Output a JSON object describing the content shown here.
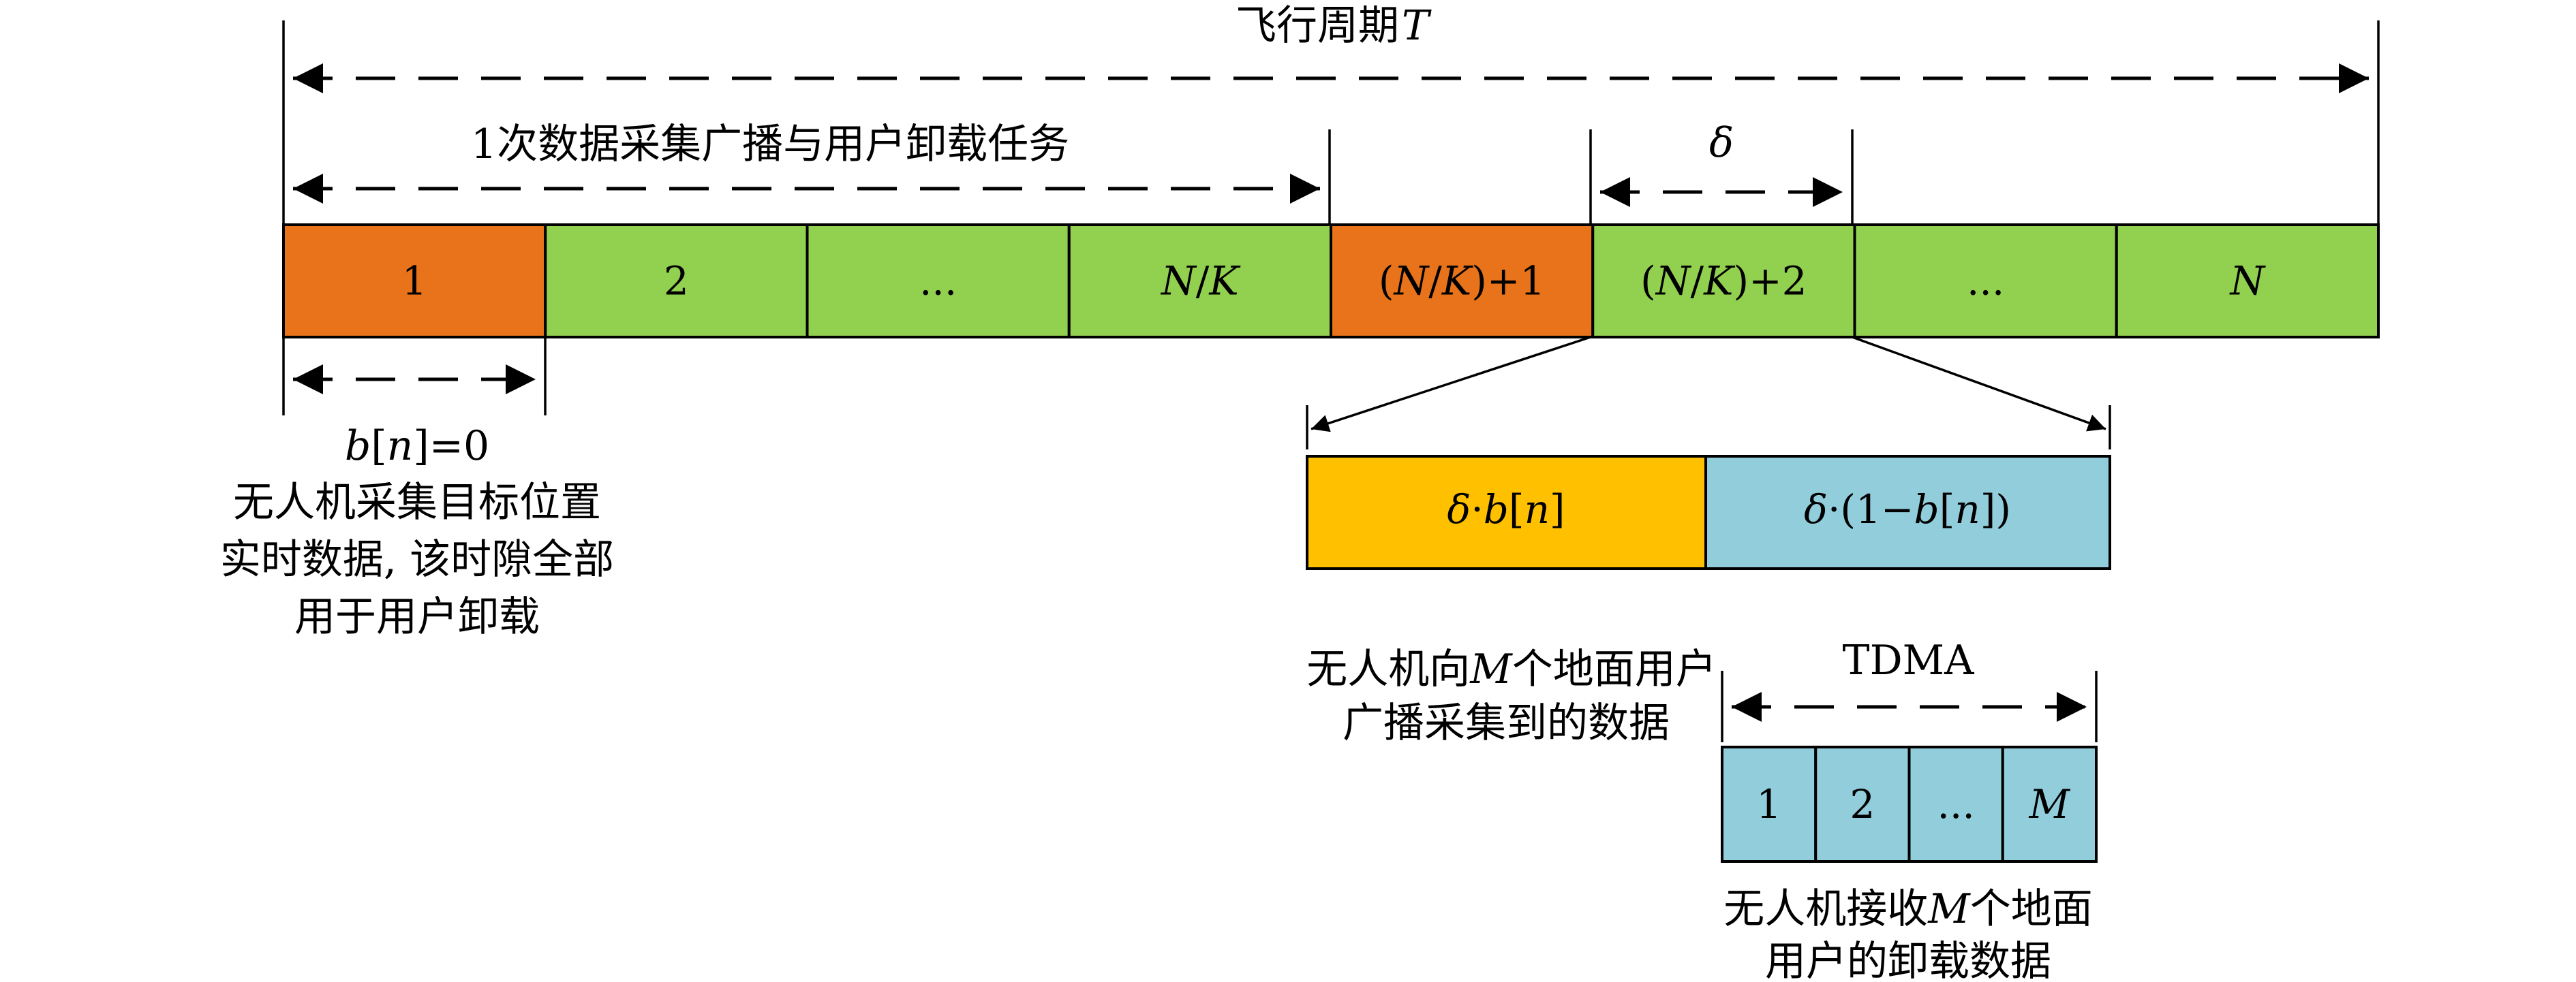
{
  "colors": {
    "orange": "#E8731A",
    "green": "#92D050",
    "yellow": "#FFC000",
    "blue": "#92CDDC"
  },
  "timeline": {
    "period_label": "飞行周期",
    "period_symbol": "T",
    "task_label": "1次数据采集广播与用户卸载任务",
    "slot_width_symbol": "δ",
    "slots": [
      {
        "text": "1",
        "italic": false,
        "color": "orange"
      },
      {
        "text": "2",
        "italic": false,
        "color": "green"
      },
      {
        "text": "...",
        "italic": false,
        "color": "green"
      },
      {
        "text": "N/K",
        "italic": true,
        "color": "green"
      },
      {
        "text": "(N/K)+1",
        "italic": false,
        "color": "orange"
      },
      {
        "text": "(N/K)+2",
        "italic": false,
        "color": "green"
      },
      {
        "text": "...",
        "italic": false,
        "color": "green"
      },
      {
        "text": "N",
        "italic": true,
        "color": "green"
      }
    ]
  },
  "first_slot_note": {
    "condition": "b[n]=0",
    "lines": [
      "无人机采集目标位置",
      "实时数据, 该时隙全部",
      "用于用户卸载"
    ]
  },
  "split": {
    "left_label": "δ·b[n]",
    "right_label": "δ·(1−b[n])",
    "left_color": "yellow",
    "right_color": "blue"
  },
  "broadcast_note": {
    "lines": [
      "无人机向M个地面用户",
      "广播采集到的数据"
    ]
  },
  "tdma": {
    "label": "TDMA",
    "slots": [
      {
        "text": "1",
        "italic": false
      },
      {
        "text": "2",
        "italic": false
      },
      {
        "text": "...",
        "italic": false
      },
      {
        "text": "M",
        "italic": true
      }
    ],
    "color": "blue"
  },
  "offload_note": {
    "lines": [
      "无人机接收M个地面",
      "用户的卸载数据"
    ]
  }
}
